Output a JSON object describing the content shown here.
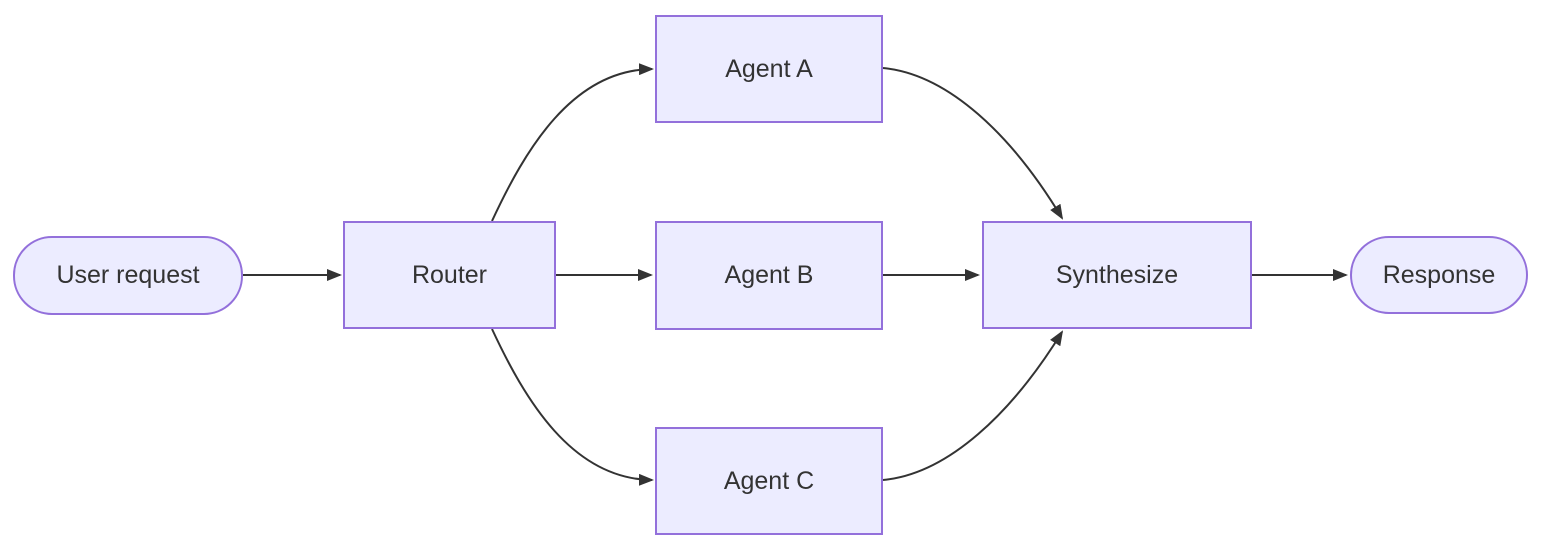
{
  "diagram": {
    "type": "flowchart",
    "direction": "left-to-right",
    "nodes": {
      "user_request": {
        "label": "User request",
        "shape": "stadium"
      },
      "router": {
        "label": "Router",
        "shape": "rectangle"
      },
      "agent_a": {
        "label": "Agent A",
        "shape": "rectangle"
      },
      "agent_b": {
        "label": "Agent B",
        "shape": "rectangle"
      },
      "agent_c": {
        "label": "Agent C",
        "shape": "rectangle"
      },
      "synthesize": {
        "label": "Synthesize",
        "shape": "rectangle"
      },
      "response": {
        "label": "Response",
        "shape": "stadium"
      }
    },
    "edges": [
      {
        "from": "user_request",
        "to": "router"
      },
      {
        "from": "router",
        "to": "agent_a"
      },
      {
        "from": "router",
        "to": "agent_b"
      },
      {
        "from": "router",
        "to": "agent_c"
      },
      {
        "from": "agent_a",
        "to": "synthesize"
      },
      {
        "from": "agent_b",
        "to": "synthesize"
      },
      {
        "from": "agent_c",
        "to": "synthesize"
      },
      {
        "from": "synthesize",
        "to": "response"
      }
    ],
    "colors": {
      "node_fill": "#ECECFF",
      "node_border": "#9370DB",
      "edge_color": "#333333",
      "text_color": "#333333",
      "background": "#FFFFFF"
    }
  }
}
